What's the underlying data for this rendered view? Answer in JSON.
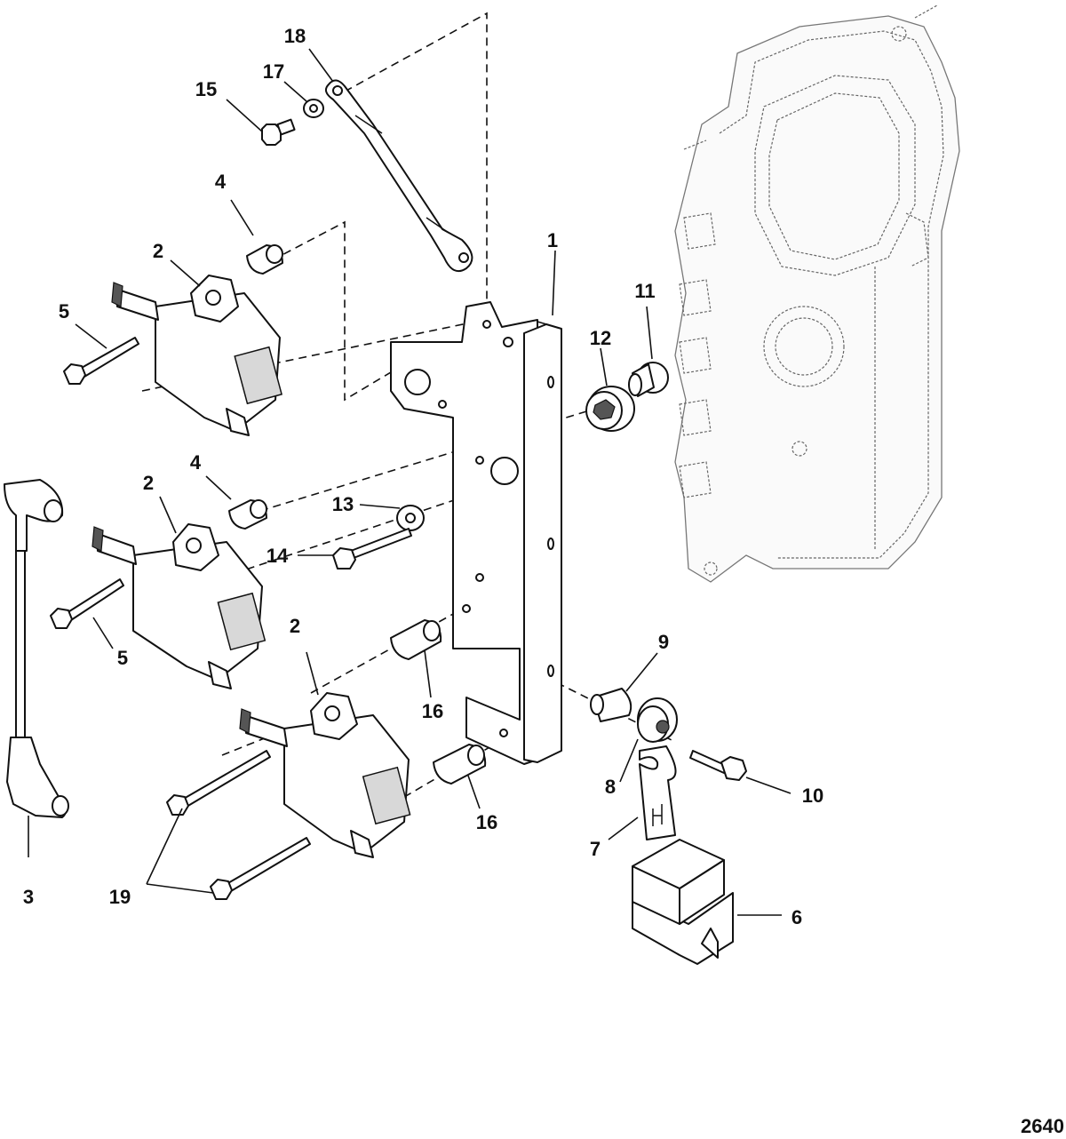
{
  "figure_number": "2640",
  "callouts": {
    "c1": "1",
    "c2a": "2",
    "c2b": "2",
    "c2c": "2",
    "c3": "3",
    "c4a": "4",
    "c4b": "4",
    "c5a": "5",
    "c5b": "5",
    "c6": "6",
    "c7": "7",
    "c8": "8",
    "c9": "9",
    "c10": "10",
    "c11": "11",
    "c12": "12",
    "c13": "13",
    "c14": "14",
    "c15": "15",
    "c16a": "16",
    "c16b": "16",
    "c17": "17",
    "c18": "18",
    "c19": "19"
  }
}
